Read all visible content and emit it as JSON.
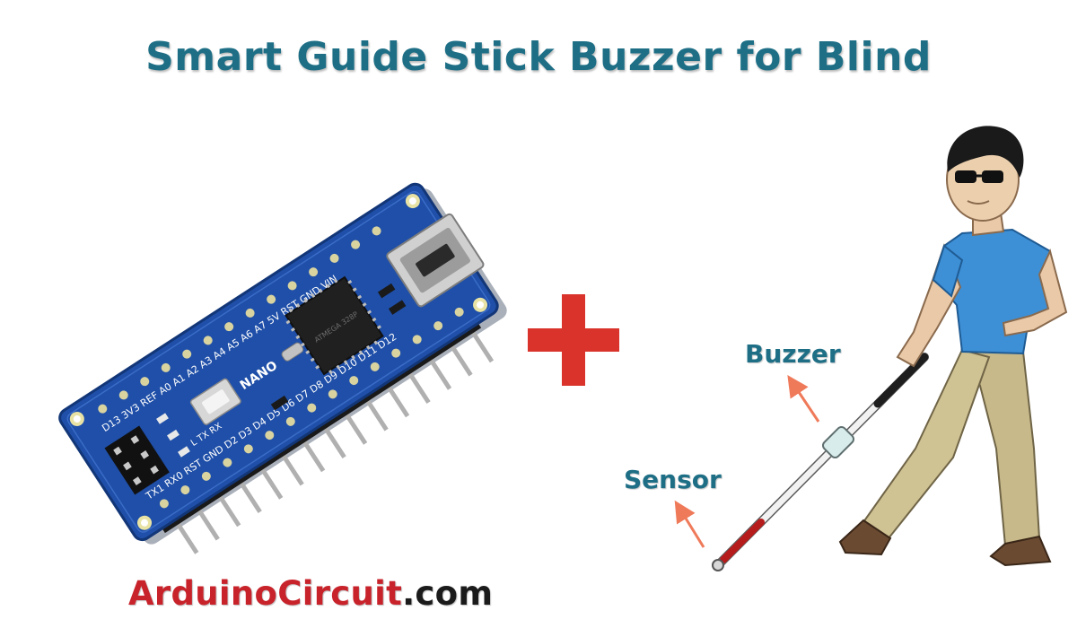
{
  "title": "Smart Guide Stick Buzzer for Blind",
  "board": {
    "label_nano": "NANO",
    "top_pins": "D13 3V3 REF A0 A1 A2 A3 A4 A5 A6 A7 5V RST GND VIN",
    "bottom_pins": "TX1 RX0 RST GND D2 D3 D4 D5 D6 D7 D8 D9 D10 D11 D12",
    "led_labels": "L TX RX",
    "chip_text": "ATMEGA 328P"
  },
  "callouts": {
    "buzzer": "Buzzer",
    "sensor": "Sensor"
  },
  "footer": {
    "part1": "ArduinoCircuit",
    "part2": ".com"
  },
  "colors": {
    "title": "#1e6f86",
    "plus": "#d9332b",
    "board": "#1f4fa8",
    "arrow": "#ef7a5a",
    "footer_brand": "#c8232b",
    "shirt": "#3d8fd6",
    "pants": "#c7b98a"
  }
}
